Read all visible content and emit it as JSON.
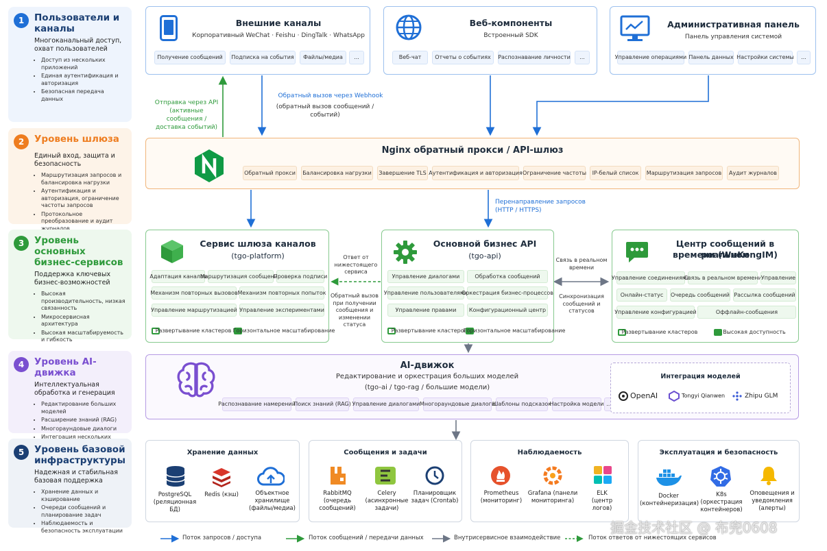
{
  "layers": [
    {
      "num": "1",
      "title": "Пользователи и каналы",
      "desc": "Многоканальный доступ, охват пользователей",
      "bullets": [
        "Доступ из нескольких приложений",
        "Единая аутентификация и авторизация",
        "Безопасная передача данных"
      ],
      "color": "#1f6fd6",
      "bg": "#eef4fd"
    },
    {
      "num": "2",
      "title": "Уровень шлюза",
      "desc": "Единый вход, защита и безопасность",
      "bullets": [
        "Маршрутизация запросов и балансировка нагрузки",
        "Аутентификация и авторизация, ограничение частоты запросов",
        "Протокольное преобразование и аудит журналов"
      ],
      "color": "#ee7d20",
      "bg": "#fdf3e8"
    },
    {
      "num": "3",
      "title": "Уровень основных бизнес-сервисов",
      "desc": "Поддержка ключевых бизнес-возможностей",
      "bullets": [
        "Высокая производительность, низкая связанность",
        "Микросервисная архитектура",
        "Высокая масштабируемость и гибкость"
      ],
      "color": "#2e9a3b",
      "bg": "#eef8ee"
    },
    {
      "num": "4",
      "title": "Уровень AI-движка",
      "desc": "Интеллектуальная обработка и генерация",
      "bullets": [
        "Редактирование больших моделей",
        "Расширение знаний (RAG)",
        "Многораундовые диалоги",
        "Интеграция нескольких моделей и вызов"
      ],
      "color": "#7a4fd0",
      "bg": "#f3effb"
    },
    {
      "num": "5",
      "title": "Уровень базовой инфраструктуры",
      "desc": "Надежная и стабильная базовая поддержка",
      "bullets": [
        "Хранение данных и кэширование",
        "Очереди сообщений и планирование задач",
        "Наблюдаемость и безопасность эксплуатации"
      ],
      "color": "#1b3f73",
      "bg": "#eef2f7"
    }
  ],
  "top": {
    "ext": {
      "title": "Внешние каналы",
      "sub": "Корпоративный WeChat · Feishu · DingTalk · WhatsApp",
      "chips": [
        "Получение сообщений",
        "Подписка на события",
        "Файлы/медиа",
        "..."
      ]
    },
    "web": {
      "title": "Веб-компоненты",
      "sub": "Встроенный SDK",
      "chips": [
        "Веб-чат",
        "Отчеты о событиях",
        "Распознавание личности",
        "..."
      ]
    },
    "admin": {
      "title": "Административная панель",
      "sub": "Панель управления системой",
      "chips": [
        "Управление операциями",
        "Панель данных",
        "Настройки системы",
        "..."
      ]
    }
  },
  "flows": {
    "api_send": "Отправка через API (активные сообщения / доставка событий)",
    "webhook_title": "Обратный вызов через Webhook",
    "webhook_sub": "(обратный вызов сообщений / событий)",
    "redirect": "Перенаправление запросов (HTTP / HTTPS)",
    "resp": "Ответ от нижестоящего сервиса",
    "callback": "Обратный вызов при получении сообщения и изменении статуса",
    "rt": "Связь в реальном времени",
    "sync": "Синхронизация сообщений и статусов"
  },
  "gateway": {
    "title": "Nginx обратный прокси / API-шлюз",
    "chips": [
      "Обратный прокси",
      "Балансировка нагрузки",
      "Завершение TLS",
      "Аутентификация и авторизация",
      "Ограничение частоты",
      "IP-белый список",
      "Маршрутизация запросов",
      "Аудит журналов"
    ]
  },
  "svc": {
    "platform": {
      "title": "Сервис шлюза каналов",
      "sub": "(tgo-platform)",
      "chips": [
        "Адаптация каналов",
        "Маршрутизация сообщений",
        "Проверка подписи",
        "Механизм повторных вызовов",
        "Механизм повторных попыток",
        "Управление маршрутизацией",
        "Управление экспериментами"
      ],
      "foot": [
        "Развертывание кластеров",
        "Горизонтальное масштабирование"
      ]
    },
    "api": {
      "title": "Основной бизнес API",
      "sub": "(tgo-api)",
      "chips": [
        "Управление диалогами",
        "Обработка сообщений",
        "Управление пользователями",
        "Оркестрация бизнес-процессов",
        "Управление правами",
        "Конфигурационный центр"
      ],
      "foot": [
        "Развертывание кластеров",
        "Горизонтальное масштабирование"
      ]
    },
    "im": {
      "title": "Центр сообщений в реальном",
      "title2": "времени (WuKongIM)",
      "chips": [
        "Управление соединениями",
        "Связь в реальном времени",
        "Управление",
        "Онлайн-статус",
        "Очередь сообщений",
        "Рассылка сообщений",
        "Управление конфигурацией",
        "Оффлайн-сообщения"
      ],
      "foot": [
        "Развертывание кластеров",
        "Высокая доступность"
      ]
    }
  },
  "ai": {
    "title": "AI-движок",
    "sub1": "Редактирование и оркестрация больших моделей",
    "sub2": "(tgo-ai / tgo-rag / большие модели)",
    "chips": [
      "Распознавание намерений",
      "Поиск знаний (RAG)",
      "Управление диалогами",
      "Многораундовые диалоги",
      "Шаблоны подсказок",
      "Настройка модели",
      "..."
    ],
    "integ": "Интеграция моделей",
    "models": [
      "OpenAI",
      "Tongyi Qianwen",
      "Zhipu GLM"
    ]
  },
  "infra": [
    {
      "title": "Хранение данных",
      "items": [
        "PostgreSQL (реляционная БД)",
        "Redis (кэш)",
        "Объектное хранилище (файлы/медиа)"
      ]
    },
    {
      "title": "Сообщения и задачи",
      "items": [
        "RabbitMQ (очередь сообщений)",
        "Celery (асинхронные задачи)",
        "Планировщик задач (Crontab)"
      ]
    },
    {
      "title": "Наблюдаемость",
      "items": [
        "Prometheus (мониторинг)",
        "Grafana (панели мониторинга)",
        "ELK (центр логов)"
      ]
    },
    {
      "title": "Эксплуатация и безопасность",
      "items": [
        "Docker (контейнеризация)",
        "K8s (оркестрация контейнеров)",
        "Оповещения и уведомления (алерты)"
      ]
    }
  ],
  "legend": [
    "Поток запросов / доступа",
    "Поток сообщений / передачи данных",
    "Внутрисервисное взаимодействие",
    "Поток ответов от нижестоящих сервисов"
  ],
  "watermark": "掘金技术社区 @ 布兜0608"
}
